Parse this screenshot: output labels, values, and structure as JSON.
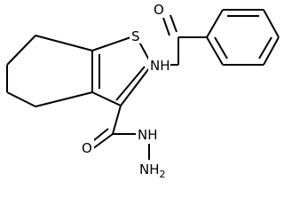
{
  "molecule": {
    "atoms": {
      "sulfur": "S",
      "carbonyl_oxygen_top": "O",
      "amide_nitrogen": "NH",
      "carbonyl_oxygen_bottom": "O",
      "hydrazide_nitrogen": "NH",
      "terminal_amine": "NH",
      "terminal_amine_subscript": "2"
    }
  }
}
